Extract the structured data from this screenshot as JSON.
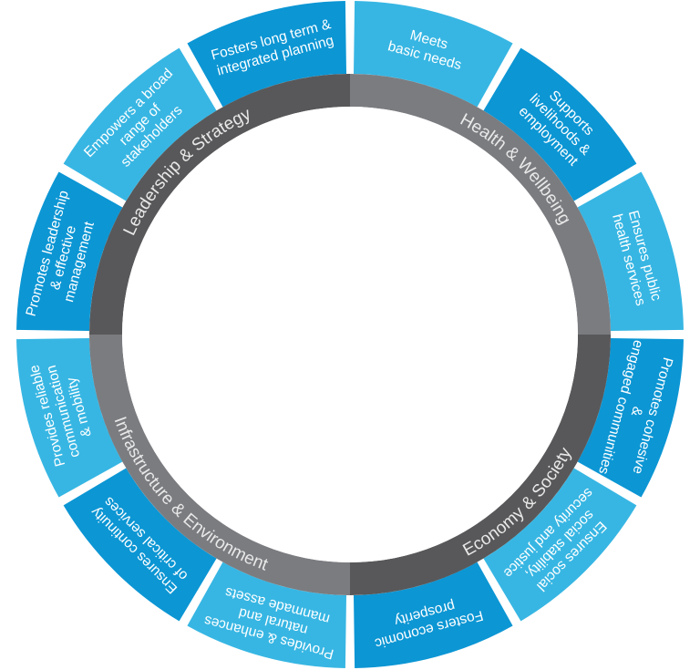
{
  "colors": {
    "blue_dark": "#0c96d4",
    "blue_light": "#37b6e3",
    "gray_dark": "#58585a",
    "gray_light": "#7b7c80",
    "segment_text": "#ffffff",
    "section_text": "#e9e9e9",
    "background": "#ffffff"
  },
  "sections": [
    {
      "id": "health",
      "label": "Health & Wellbeing",
      "tone": "light"
    },
    {
      "id": "economy",
      "label": "Economy & Society",
      "tone": "dark"
    },
    {
      "id": "infrastructure",
      "label": "Infrastructure & Environment",
      "tone": "light"
    },
    {
      "id": "leadership",
      "label": "Leadership & Strategy",
      "tone": "dark"
    }
  ],
  "segments": [
    {
      "id": "meets-basic-needs",
      "lines": [
        "Meets",
        "basic needs"
      ],
      "tone": "light"
    },
    {
      "id": "supports-livelihoods",
      "lines": [
        "Supports",
        "livelihoods &",
        "employment"
      ],
      "tone": "dark"
    },
    {
      "id": "ensures-public-health",
      "lines": [
        "Ensures public",
        "health services"
      ],
      "tone": "light"
    },
    {
      "id": "promotes-cohesive-communities",
      "lines": [
        "Promotes cohesive",
        "&",
        "engaged communities"
      ],
      "tone": "dark"
    },
    {
      "id": "ensures-social-stability",
      "lines": [
        "Ensures social",
        "social stability,",
        "security and justice"
      ],
      "tone": "light"
    },
    {
      "id": "fosters-economic-prosperity",
      "lines": [
        "Fosters economic",
        "prosperity"
      ],
      "tone": "dark"
    },
    {
      "id": "provides-enhances-assets",
      "lines": [
        "Provides & enhances",
        "natural and",
        "manmade assets"
      ],
      "tone": "light"
    },
    {
      "id": "ensures-continuity-services",
      "lines": [
        "Ensures continuity",
        "of critical services"
      ],
      "tone": "dark"
    },
    {
      "id": "provides-reliable-communication",
      "lines": [
        "Provides reliable",
        "communication",
        "& mobility"
      ],
      "tone": "light"
    },
    {
      "id": "promotes-leadership-management",
      "lines": [
        "Promotes leadership",
        "& effective",
        "management"
      ],
      "tone": "dark"
    },
    {
      "id": "empowers-stakeholders",
      "lines": [
        "Empowers a broad",
        "range of",
        "stakeholders"
      ],
      "tone": "light"
    },
    {
      "id": "fosters-long-term-planning",
      "lines": [
        "Fosters long term &",
        "integrated planning"
      ],
      "tone": "dark"
    }
  ]
}
